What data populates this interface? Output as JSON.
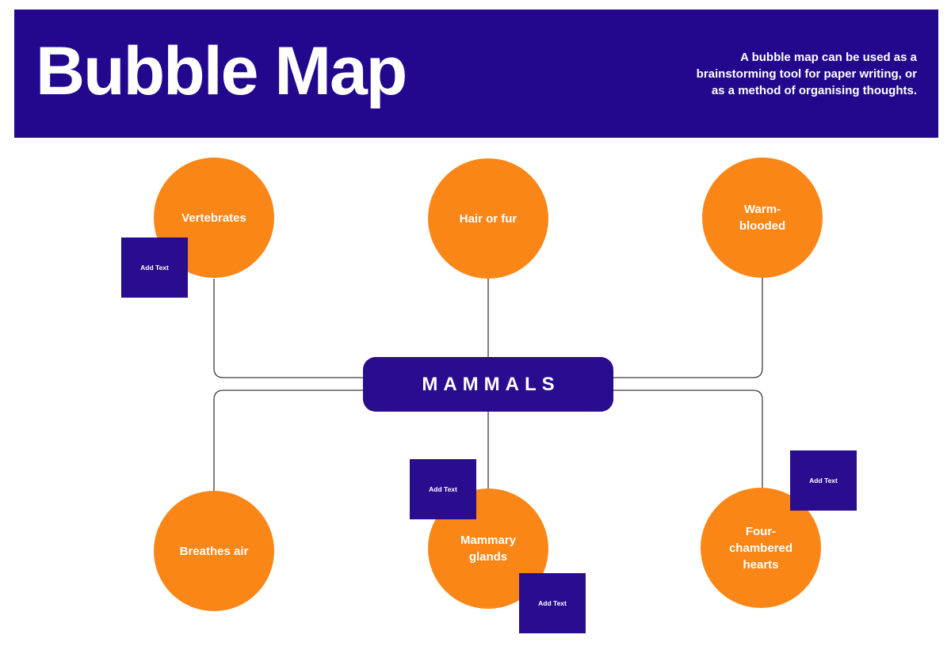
{
  "header": {
    "title": "Bubble Map",
    "description": "A bubble map can be used as a\nbrainstorming tool for paper writing, or\nas a method of organising thoughts."
  },
  "diagram": {
    "center": {
      "label": "MAMMALS"
    },
    "bubbles": [
      {
        "label": "Vertebrates"
      },
      {
        "label": "Hair or fur"
      },
      {
        "label": "Warm-\nblooded"
      },
      {
        "label": "Breathes air"
      },
      {
        "label": "Mammary\nglands"
      },
      {
        "label": "Four-\nchambered\nhearts"
      }
    ],
    "add_text_buttons": [
      {
        "label": "Add Text"
      },
      {
        "label": "Add Text"
      },
      {
        "label": "Add Text"
      },
      {
        "label": "Add Text"
      }
    ]
  },
  "colors": {
    "header_indigo": "#23088E",
    "node_indigo": "#2A0C8F",
    "bubble_orange": "#FA8617",
    "connector_line": "#3D3D3D",
    "text_on_dark": "#FFFFFF",
    "background": "#FFFFFF"
  }
}
